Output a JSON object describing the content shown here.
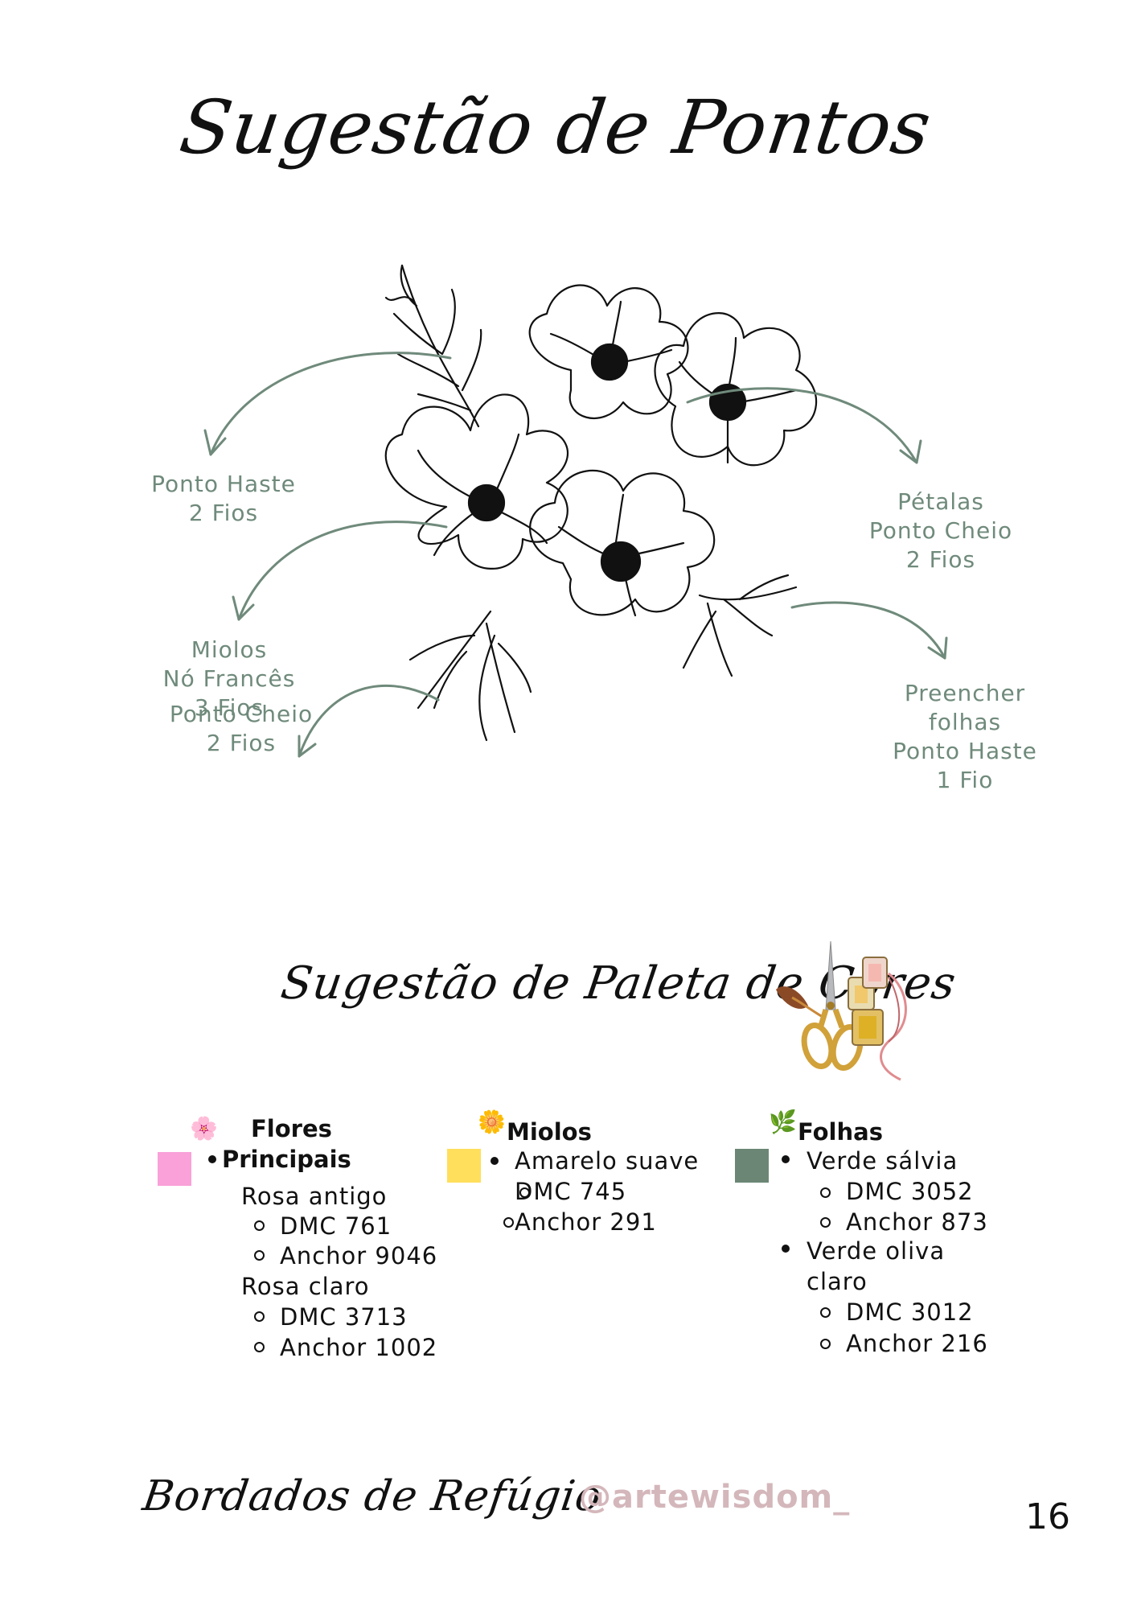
{
  "title": "Sugestão de Pontos",
  "stitch_labels": {
    "haste": [
      "Ponto Haste",
      "2 Fios"
    ],
    "petalas": [
      "Pétalas",
      "Ponto Cheio",
      "2 Fios"
    ],
    "miolos": [
      "Miolos",
      "Nó Francês",
      "3 Fios"
    ],
    "ponto_cheio": [
      "Ponto Cheio",
      "2 Fios"
    ],
    "folhas": [
      "Preencher",
      "folhas",
      "Ponto Haste",
      "1 Fio"
    ]
  },
  "palette_title": "Sugestão de Paleta de Cores",
  "palette": {
    "flores": {
      "emoji": "🌸",
      "heading_line1": "Flores",
      "heading_line2": "Principais",
      "color": "#f9a1d8",
      "items": [
        "Rosa antigo",
        "DMC 761",
        "Anchor 9046",
        "Rosa claro",
        "DMC 3713",
        "Anchor 1002"
      ]
    },
    "miolos": {
      "emoji": "🌼",
      "heading": "Miolos",
      "color": "#ffdf5c",
      "items": [
        "Amarelo suave",
        "DMC 745",
        "Anchor 291"
      ]
    },
    "folhas": {
      "emoji": "🌿",
      "heading": "Folhas",
      "color": "#6b8675",
      "items": [
        "Verde sálvia",
        "DMC 3052",
        "Anchor 873",
        "Verde oliva",
        "claro",
        "DMC 3012",
        "Anchor 216"
      ]
    }
  },
  "footer": {
    "brand": "Bordados de Refúgio",
    "handle": "@artewisdom_",
    "page_number": "16"
  }
}
